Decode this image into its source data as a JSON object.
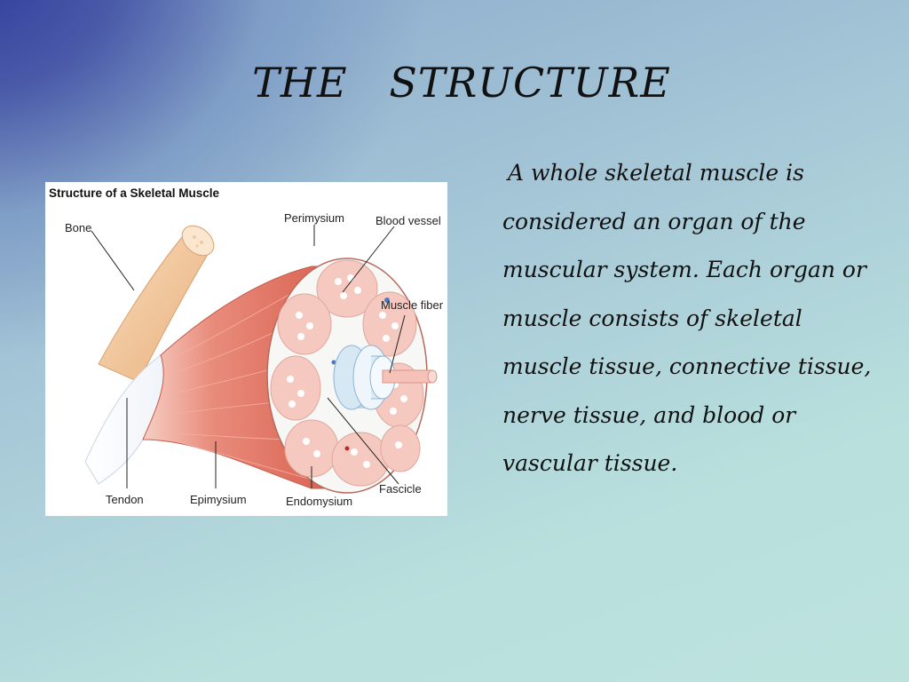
{
  "slide": {
    "title": "THE   STRUCTURE",
    "body": "A whole skeletal muscle is considered an organ of the muscular system. Each organ or muscle consists of skeletal muscle tissue, connective tissue, nerve tissue, and blood or vascular tissue."
  },
  "diagram": {
    "title": "Structure of a Skeletal Muscle",
    "labels": {
      "bone": "Bone",
      "perimysium": "Perimysium",
      "blood_vessel": "Blood vessel",
      "muscle_fiber": "Muscle fiber",
      "tendon": "Tendon",
      "epimysium": "Epimysium",
      "endomysium": "Endomysium",
      "fascicle": "Fascicle"
    }
  },
  "colors": {
    "background_dark": "#2f3a9c",
    "background_light": "#bde2de",
    "muscle_red": "#e0705f",
    "bone_tan": "#f2c79a",
    "panel": "#ffffff"
  }
}
